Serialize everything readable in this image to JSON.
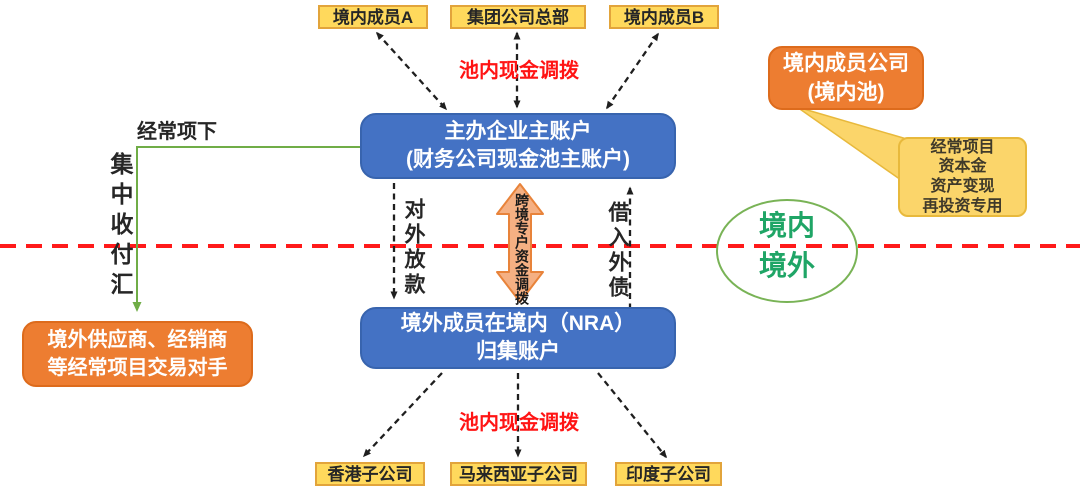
{
  "diagram": {
    "top_boxes": [
      {
        "label": "境内成员A"
      },
      {
        "label": "集团公司总部"
      },
      {
        "label": "境内成员B"
      }
    ],
    "main_account": {
      "line1": "主办企业主账户",
      "line2": "(财务公司现金池主账户)"
    },
    "nra_account": {
      "line1": "境外成员在境内（NRA）",
      "line2": "归集账户"
    },
    "domestic_pool": {
      "line1": "境内成员公司",
      "line2": "(境内池)"
    },
    "callout": {
      "lines": [
        "经常项目",
        "资本金",
        "资产变现",
        "再投资专用"
      ]
    },
    "overseas_counterparty": {
      "line1": "境外供应商、经销商",
      "line2": "等经常项目交易对手"
    },
    "bottom_boxes": [
      {
        "label": "香港子公司"
      },
      {
        "label": "马来西亚子公司"
      },
      {
        "label": "印度子公司"
      }
    ],
    "labels": {
      "pool_transfer_top": "池内现金调拨",
      "pool_transfer_bottom": "池内现金调拨",
      "current_account": "经常项下",
      "centralized_payment": "集中收付汇",
      "outbound_loan": "对外放款",
      "foreign_debt": "借入外债",
      "cross_border_transfer": "跨境专户资金调拨",
      "inside_border": "境内",
      "outside_border": "境外"
    },
    "colors": {
      "blue_box": "#4472C4",
      "orange_box": "#ED7D31",
      "yellow_box": "#FFD95C",
      "callout_fill": "#FBD56A",
      "divider_red": "#FF1A1A",
      "green_line": "#70AD47",
      "green_text": "#1FA566",
      "red_text": "#FF1414",
      "cross_arrow_fill": "#F5B083"
    }
  }
}
